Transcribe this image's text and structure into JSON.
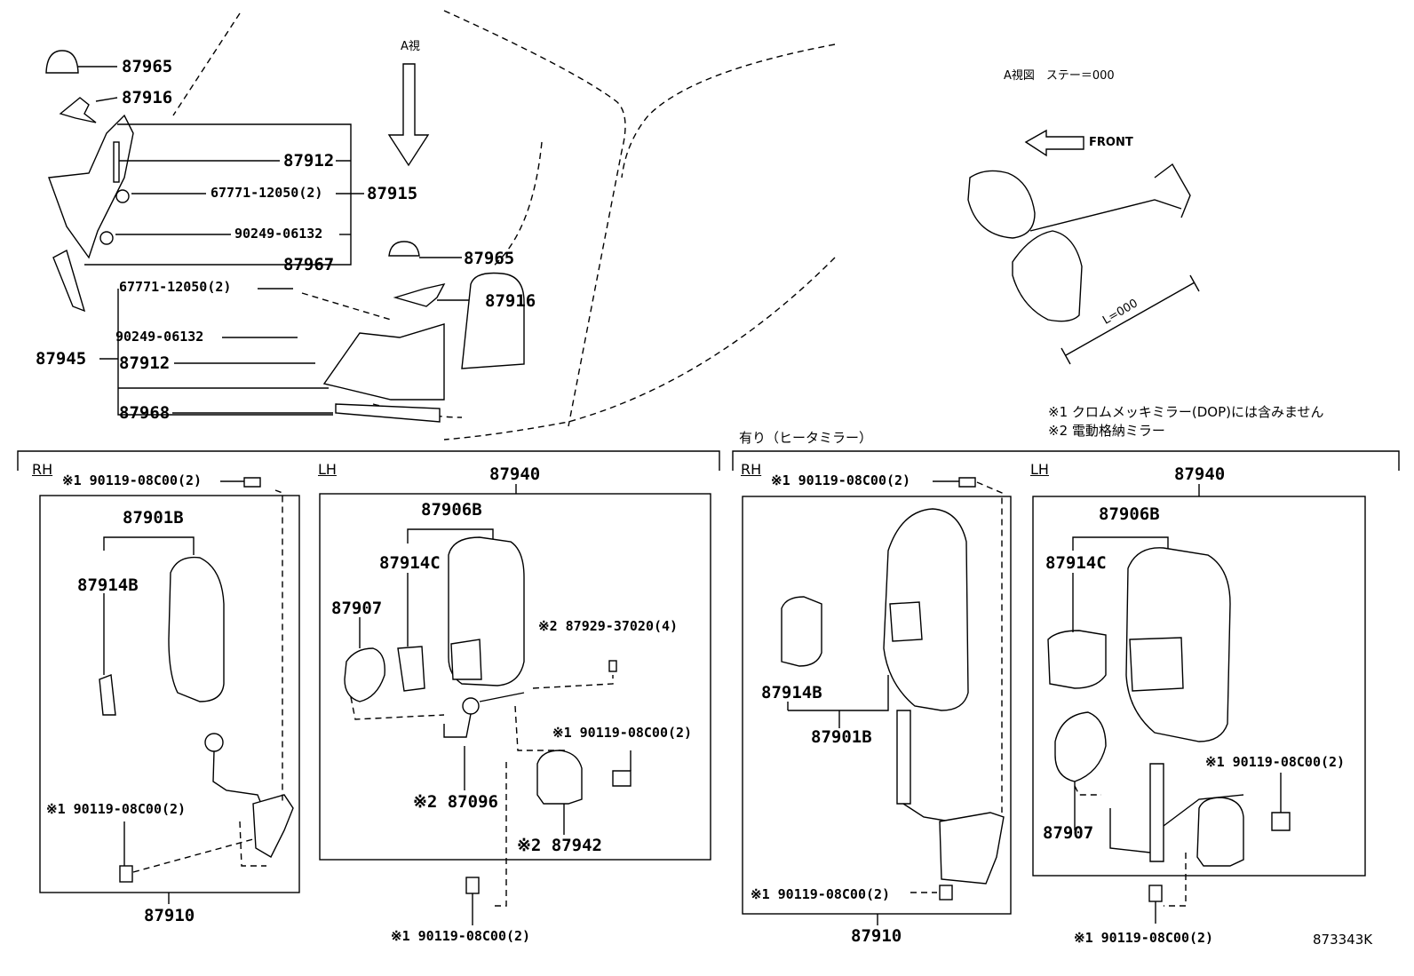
{
  "top": {
    "view_a_arrow_label": "A視",
    "view_a_title": "A視図　ステー＝000",
    "front_label": "FRONT",
    "length_label": "L=000",
    "parts": {
      "p87965_a": "87965",
      "p87916_a": "87916",
      "p87912_a": "87912",
      "p67771_a": "67771-12050(2)",
      "p87915": "87915",
      "p90249_a": "90249-06132",
      "p87967": "87967",
      "p87965_b": "87965",
      "p67771_b": "67771-12050(2)",
      "p87916_b": "87916",
      "p90249_b": "90249-06132",
      "p87945": "87945",
      "p87912_b": "87912",
      "p87968": "87968"
    },
    "notes": [
      "※1 クロムメッキミラー(DOP)には含みません",
      "※2 電動格納ミラー"
    ]
  },
  "left_group": {
    "rh": {
      "side": "RH",
      "bolt_top": "※1 90119-08C00(2)",
      "assy": "87901B",
      "glass": "87914B",
      "bolt_bottom": "※1 90119-08C00(2)",
      "base": "87910"
    },
    "lh": {
      "side": "LH",
      "main": "87940",
      "assy": "87906B",
      "glass": "87914C",
      "under_mirror": "87907",
      "screw": "※2 87929-37020(4)",
      "bolt_mid": "※1 90119-08C00(2)",
      "stay": "※2 87096",
      "motor": "※2 87942",
      "bolt_bottom": "※1 90119-08C00(2)"
    }
  },
  "right_group": {
    "header": "有り（ヒータミラー）",
    "rh": {
      "side": "RH",
      "bolt_top": "※1 90119-08C00(2)",
      "glass": "87914B",
      "assy": "87901B",
      "bolt_bottom": "※1 90119-08C00(2)",
      "base": "87910"
    },
    "lh": {
      "side": "LH",
      "main": "87940",
      "assy": "87906B",
      "glass": "87914C",
      "bolt_mid": "※1 90119-08C00(2)",
      "under_mirror": "87907",
      "bolt_bottom": "※1 90119-08C00(2)"
    }
  },
  "figure_id": "873343K"
}
